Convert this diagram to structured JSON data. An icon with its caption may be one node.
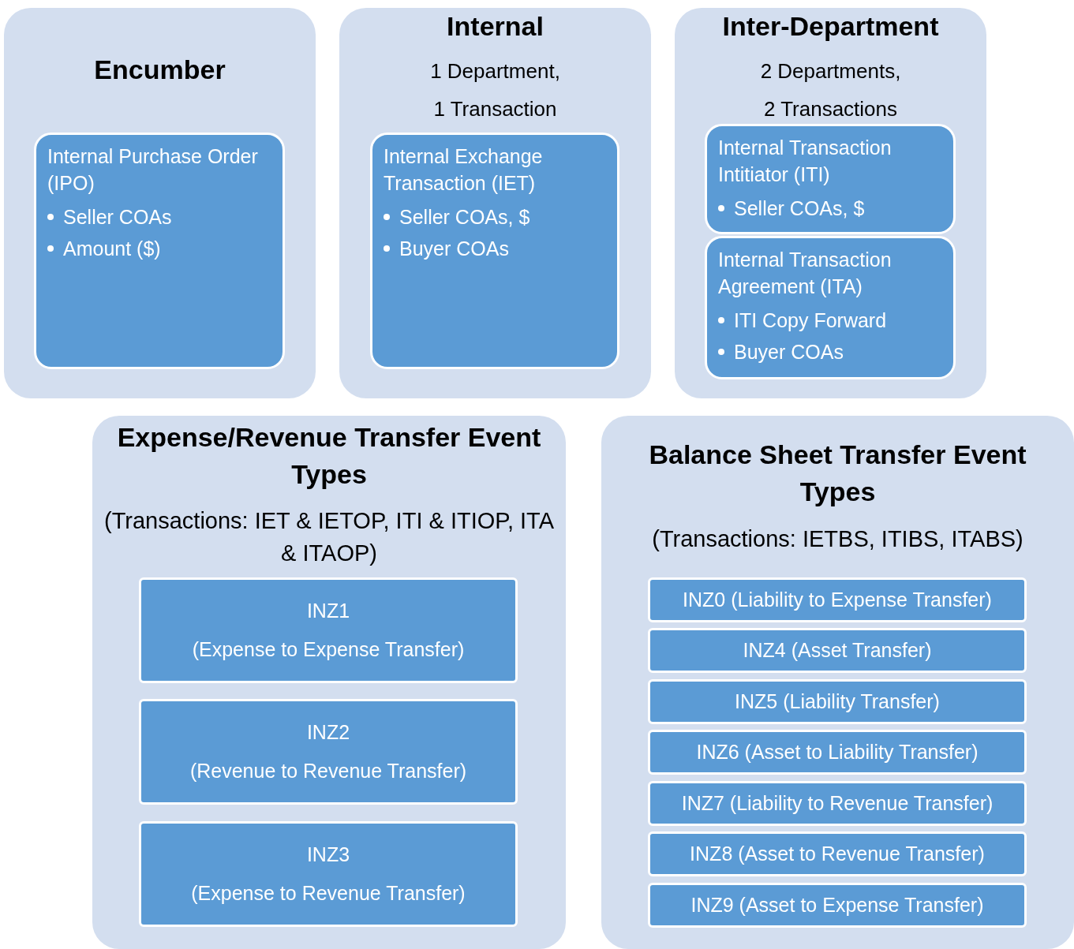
{
  "diagram": {
    "nodes": [
      {
        "text": [
          "Encumber"
        ]
      },
      {
        "text": [
          "Internal Purchase Order (IPO)",
          "Seller COAs",
          "Amount ($)"
        ],
        "in": 0
      },
      {
        "text": [
          "Internal",
          "1 Department,",
          "1 Transaction"
        ]
      },
      {
        "text": [
          "Internal Exchange Transaction (IET)",
          "Seller COAs, $",
          "Buyer COAs"
        ],
        "in": 2
      },
      {
        "text": [
          "Inter-Department",
          "2 Departments,",
          "2 Transactions"
        ]
      },
      {
        "text": [
          "Internal Transaction Intitiator (ITI)",
          "Seller COAs, $"
        ],
        "in": 4
      },
      {
        "text": [
          "Internal Transaction Agreement (ITA)",
          "ITI Copy Forward",
          "Buyer COAs"
        ],
        "in": 4
      },
      {
        "text": [
          "Expense/Revenue Transfer Event Types",
          "(Transactions: IET & IETOP, ITI & ITIOP, ITA & ITAOP)"
        ]
      },
      {
        "text": [
          "INZ1",
          "(Expense to Expense Transfer)"
        ],
        "in": 7
      },
      {
        "text": [
          "INZ2",
          "(Revenue to Revenue Transfer)"
        ],
        "in": 7
      },
      {
        "text": [
          "INZ3",
          "(Expense to Revenue Transfer)"
        ],
        "in": 7
      },
      {
        "text": [
          "Balance Sheet Transfer Event Types",
          "(Transactions: IETBS, ITIBS, ITABS)"
        ]
      },
      {
        "text": [
          "INZ0 (Liability to Expense Transfer)"
        ],
        "in": 11
      },
      {
        "text": [
          "INZ4 (Asset Transfer)"
        ],
        "in": 11
      },
      {
        "text": [
          "INZ5 (Liability Transfer)"
        ],
        "in": 11
      },
      {
        "text": [
          "INZ6 (Asset to Liability Transfer)"
        ],
        "in": 11
      },
      {
        "text": [
          "INZ7 (Liability to Revenue Transfer)"
        ],
        "in": 11
      },
      {
        "text": [
          "INZ8 (Asset to Revenue Transfer)"
        ],
        "in": 11
      },
      {
        "text": [
          "INZ9 (Asset to Expense Transfer)"
        ],
        "in": 11
      }
    ],
    "edges": []
  }
}
